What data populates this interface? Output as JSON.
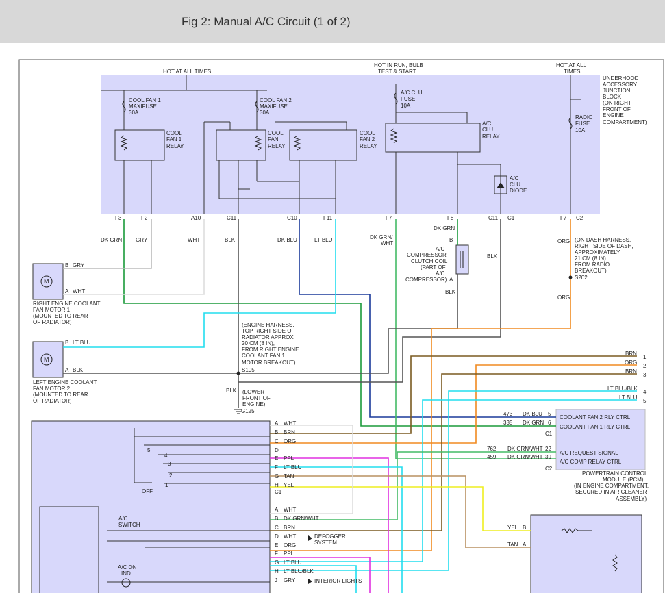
{
  "header": {
    "title": "Fig 2: Manual A/C Circuit (1 of 2)"
  },
  "block_labels": {
    "hot_at_all_times_1": "HOT AT ALL TIMES",
    "hot_in_run_1": "HOT IN RUN, BULB",
    "hot_in_run_2": "TEST & START",
    "hot_at_all_times_2a": "HOT AT ALL",
    "hot_at_all_times_2b": "TIMES",
    "underhood": [
      "UNDERHOOD",
      "ACCESSORY",
      "JUNCTION",
      "BLOCK",
      "(ON RIGHT",
      "FRONT OF",
      "ENGINE",
      "COMPARTMENT)"
    ]
  },
  "fuses": {
    "cool_fan1": [
      "COOL FAN 1",
      "MAXIFUSE",
      "30A"
    ],
    "cool_fan2": [
      "COOL FAN 2",
      "MAXIFUSE",
      "30A"
    ],
    "ac_clu": [
      "A/C CLU",
      "FUSE",
      "10A"
    ],
    "radio": [
      "RADIO",
      "FUSE",
      "10A"
    ]
  },
  "relays": {
    "cool_fan1": [
      "COOL",
      "FAN 1",
      "RELAY"
    ],
    "cool_fan": [
      "COOL",
      "FAN",
      "RELAY"
    ],
    "cool_fan2": [
      "COOL",
      "FAN 2",
      "RELAY"
    ],
    "ac_clu": [
      "A/C",
      "CLU",
      "RELAY"
    ],
    "diode": [
      "A/C",
      "CLU",
      "DIODE"
    ]
  },
  "pins": {
    "f3": "F3",
    "f2": "F2",
    "a10": "A10",
    "c11a": "C11",
    "c10": "C10",
    "f11": "F11",
    "f7a": "F7",
    "f8": "F8",
    "c11b": "C11",
    "c1": "C1",
    "f7b": "F7",
    "c2": "C2"
  },
  "wires": {
    "dk_grn": "DK GRN",
    "gry": "GRY",
    "wht": "WHT",
    "blk": "BLK",
    "dk_blu": "DK BLU",
    "lt_blu": "LT BLU",
    "dk_grn_wht_1": "DK GRN/",
    "dk_grn_wht_2": "WHT",
    "dk_grn_b": "DK GRN",
    "blk2": "BLK",
    "blk3": "BLK",
    "org": "ORG",
    "org2": "ORG"
  },
  "compressor": [
    "A/C",
    "COMPRESSOR",
    "CLUTCH COIL",
    "(PART OF",
    "A/C",
    "COMPRESSOR)"
  ],
  "compressor_pins": {
    "b": "B",
    "a": "A"
  },
  "dash_harness": [
    "(ON DASH HARNESS,",
    "RIGHT SIDE OF DASH,",
    "APPROXIMATELY",
    "21 CM (8 IN)",
    "FROM RADIO",
    "BREAKOUT)"
  ],
  "s202": "S202",
  "motor1": {
    "pin_b": "B",
    "wire_b": "GRY",
    "pin_a": "A",
    "wire_a": "WHT",
    "label": [
      "RIGHT ENGINE COOLANT",
      "FAN MOTOR 1",
      "(MOUNTED TO REAR",
      "OF RADIATOR)"
    ]
  },
  "motor2": {
    "pin_b": "B",
    "wire_b": "LT BLU",
    "pin_a": "A",
    "wire_a": "BLK",
    "label": [
      "LEFT ENGINE COOLANT",
      "FAN MOTOR 2",
      "(MOUNTED TO REAR",
      "OF RADIATOR)"
    ]
  },
  "engine_harness": [
    "(ENGINE HARNESS,",
    "TOP RIGHT SIDE OF",
    "RADIATOR APPROX",
    "20 CM (8 IN),",
    "FROM RIGHT ENGINE",
    "COOLANT FAN 1",
    "MOTOR BREAKOUT)"
  ],
  "s105": "S105",
  "ground": {
    "wire": "BLK",
    "text": [
      "(LOWER",
      "FRONT OF",
      "ENGINE)"
    ],
    "id": "G125"
  },
  "right_stubs": [
    {
      "color": "BRN",
      "num": "1"
    },
    {
      "color": "ORG",
      "num": "2"
    },
    {
      "color": "BRN",
      "num": "3"
    },
    {
      "color": "LT BLU/BLK",
      "num": "4"
    },
    {
      "color": "LT BLU",
      "num": "5"
    }
  ],
  "pcm": {
    "rows": [
      {
        "circuit": "473",
        "color": "DK BLU",
        "pin": "5",
        "desc": "COOLANT FAN 2 RLY CTRL"
      },
      {
        "circuit": "335",
        "color": "DK GRN",
        "pin": "6",
        "desc": "COOLANT FAN 1 RLY CTRL"
      },
      {
        "circuit": "762",
        "color": "DK GRN/WHT",
        "pin": "22",
        "desc": "A/C REQUEST SIGNAL"
      },
      {
        "circuit": "459",
        "color": "DK GRN/WHT",
        "pin": "39",
        "desc": "A/C COMP RELAY CTRL"
      }
    ],
    "c1": "C1",
    "c2": "C2",
    "label": [
      "POWERTRAIN CONTROL",
      "MODULE (PCM)",
      "(IN ENGINE COMPARTMENT,",
      "SECURED IN AIR CLEANER",
      "ASSEMBLY)"
    ]
  },
  "control_c1": [
    {
      "pin": "A",
      "color": "WHT"
    },
    {
      "pin": "B",
      "color": "BRN"
    },
    {
      "pin": "C",
      "color": "ORG"
    },
    {
      "pin": "D",
      "color": ""
    },
    {
      "pin": "E",
      "color": "PPL"
    },
    {
      "pin": "F",
      "color": "LT BLU"
    },
    {
      "pin": "G",
      "color": "TAN"
    },
    {
      "pin": "H",
      "color": "YEL"
    }
  ],
  "control_c1_label": "C1",
  "blower_switch": {
    "five": "5",
    "four": "4",
    "three": "3",
    "two": "2",
    "one": "1",
    "off": "OFF"
  },
  "control_c2": [
    {
      "pin": "A",
      "color": "WHT"
    },
    {
      "pin": "B",
      "color": "DK GRN/WHT"
    },
    {
      "pin": "C",
      "color": "BRN"
    },
    {
      "pin": "D",
      "color": "WHT"
    },
    {
      "pin": "E",
      "color": "ORG"
    },
    {
      "pin": "F",
      "color": "PPL"
    },
    {
      "pin": "G",
      "color": "LT BLU"
    },
    {
      "pin": "H",
      "color": "LT BLU/BLK"
    },
    {
      "pin": "J",
      "color": "GRY"
    }
  ],
  "defogger": [
    "DEFOGGER",
    "SYSTEM"
  ],
  "interior_lights": "INTERIOR LIGHTS",
  "ac_switch": [
    "A/C",
    "SWITCH"
  ],
  "ac_on_ind": [
    "A/C ON",
    "IND"
  ],
  "blower": {
    "yel": "YEL",
    "b": "B",
    "tan": "TAN",
    "a": "A"
  }
}
